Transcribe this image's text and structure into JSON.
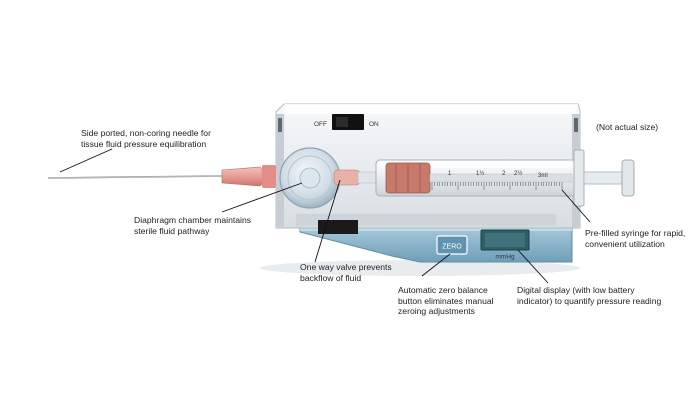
{
  "device": {
    "switch_off_label": "OFF",
    "switch_on_label": "ON",
    "zero_button_label": "ZERO",
    "display_unit": "mmHg",
    "syringe_scale": [
      "1",
      "1½",
      "2",
      "2½",
      "3ml"
    ]
  },
  "callouts": {
    "needle": "Side ported, non-coring needle for\ntissue fluid pressure equilibration",
    "size_note": "(Not actual size)",
    "diaphragm": "Diaphragm chamber maintains\nsterile fluid pathway",
    "syringe": "Pre-filled syringe for rapid,\nconvenient utilization",
    "valve": "One way valve prevents\nbackflow of fluid",
    "zero": "Automatic zero balance\nbutton eliminates manual\nzeroing adjustments",
    "display": "Digital display (with low battery\nindicator) to quantify pressure reading"
  },
  "colors": {
    "housing": "#eef0f2",
    "base_blue": "#8fb8cf",
    "display_dark": "#2f5e66",
    "needle_hub": "#e8a09a",
    "plunger_tip": "#c77a6b",
    "switch_black": "#111111"
  }
}
